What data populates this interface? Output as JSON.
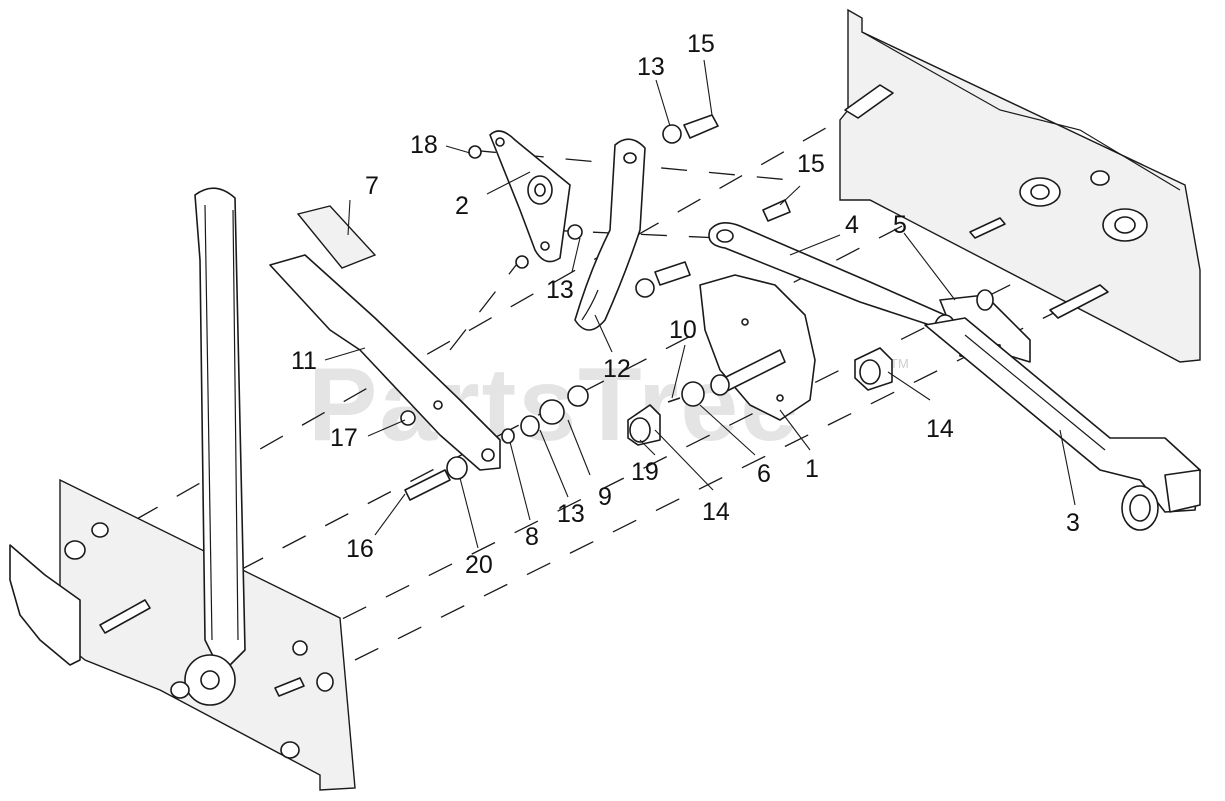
{
  "diagram": {
    "watermark": {
      "text": "PartsTree",
      "trademark": "TM"
    },
    "callouts": [
      {
        "id": "c15a",
        "label": "15"
      },
      {
        "id": "c13a",
        "label": "13"
      },
      {
        "id": "c18",
        "label": "18"
      },
      {
        "id": "c7",
        "label": "7"
      },
      {
        "id": "c2",
        "label": "2"
      },
      {
        "id": "c15b",
        "label": "15"
      },
      {
        "id": "c4",
        "label": "4"
      },
      {
        "id": "c5",
        "label": "5"
      },
      {
        "id": "c13b",
        "label": "13"
      },
      {
        "id": "c10",
        "label": "10"
      },
      {
        "id": "c11",
        "label": "11"
      },
      {
        "id": "c12",
        "label": "12"
      },
      {
        "id": "c14a",
        "label": "14"
      },
      {
        "id": "c17",
        "label": "17"
      },
      {
        "id": "c19",
        "label": "19"
      },
      {
        "id": "c6",
        "label": "6"
      },
      {
        "id": "c1",
        "label": "1"
      },
      {
        "id": "c9",
        "label": "9"
      },
      {
        "id": "c13c",
        "label": "13"
      },
      {
        "id": "c14b",
        "label": "14"
      },
      {
        "id": "c8",
        "label": "8"
      },
      {
        "id": "c16",
        "label": "16"
      },
      {
        "id": "c20",
        "label": "20"
      },
      {
        "id": "c3",
        "label": "3"
      }
    ]
  }
}
